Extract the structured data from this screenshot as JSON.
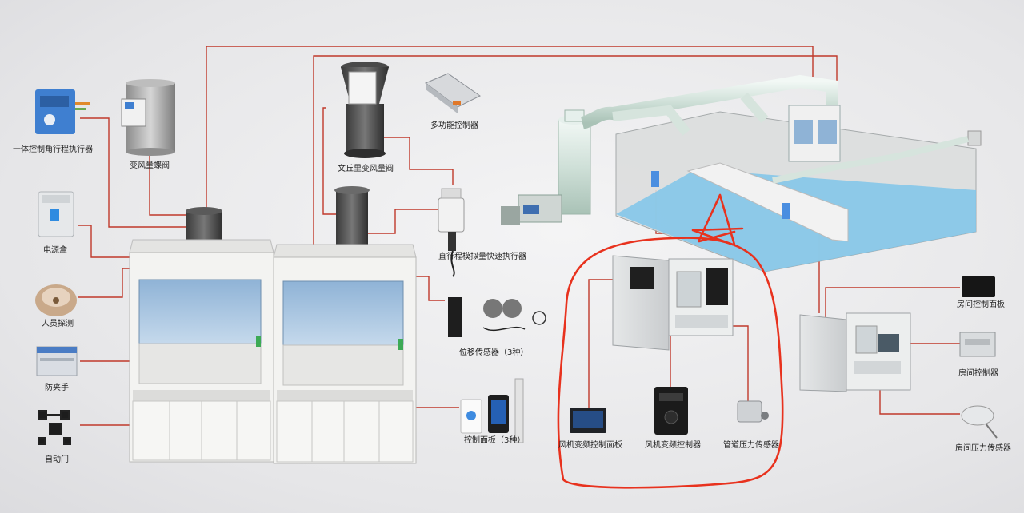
{
  "labels": {
    "actuator": "一体控制角行程执行器",
    "vav_valve": "变风量蝶阀",
    "power_box": "电源盒",
    "presence": "人员探测",
    "anti_pinch": "防夹手",
    "auto_door": "自动门",
    "venturi": "文丘里变风量阀",
    "multi_ctrl": "多功能控制器",
    "linear_actuator": "直行程模拟量快速执行器",
    "position_sensor": "位移传感器（3种）",
    "control_panel": "控制面板（3种）",
    "fan_panel": "风机变频控制面板",
    "fan_inverter": "风机变频控制器",
    "duct_pressure": "管道压力传感器",
    "room_panel": "房间控制面板",
    "room_ctrl": "房间控制器",
    "room_pressure": "房间压力传感器"
  },
  "colors": {
    "leader": "#c0392b",
    "annotation": "#e8321e",
    "cabinet": "#f3f3f1",
    "sash_glass": "#aac6e0",
    "water": "#7fc6ea",
    "duct": "#d9e8e2"
  },
  "icons": [
    "actuator-icon",
    "butterfly-valve-icon",
    "power-box-icon",
    "presence-sensor-icon",
    "anti-pinch-icon",
    "auto-door-icon",
    "venturi-valve-icon",
    "multi-controller-icon",
    "linear-actuator-icon",
    "position-sensor-icon",
    "control-panel-icon",
    "fan-panel-icon",
    "inverter-icon",
    "pressure-sensor-icon",
    "room-panel-icon",
    "room-controller-icon",
    "room-pressure-icon"
  ]
}
